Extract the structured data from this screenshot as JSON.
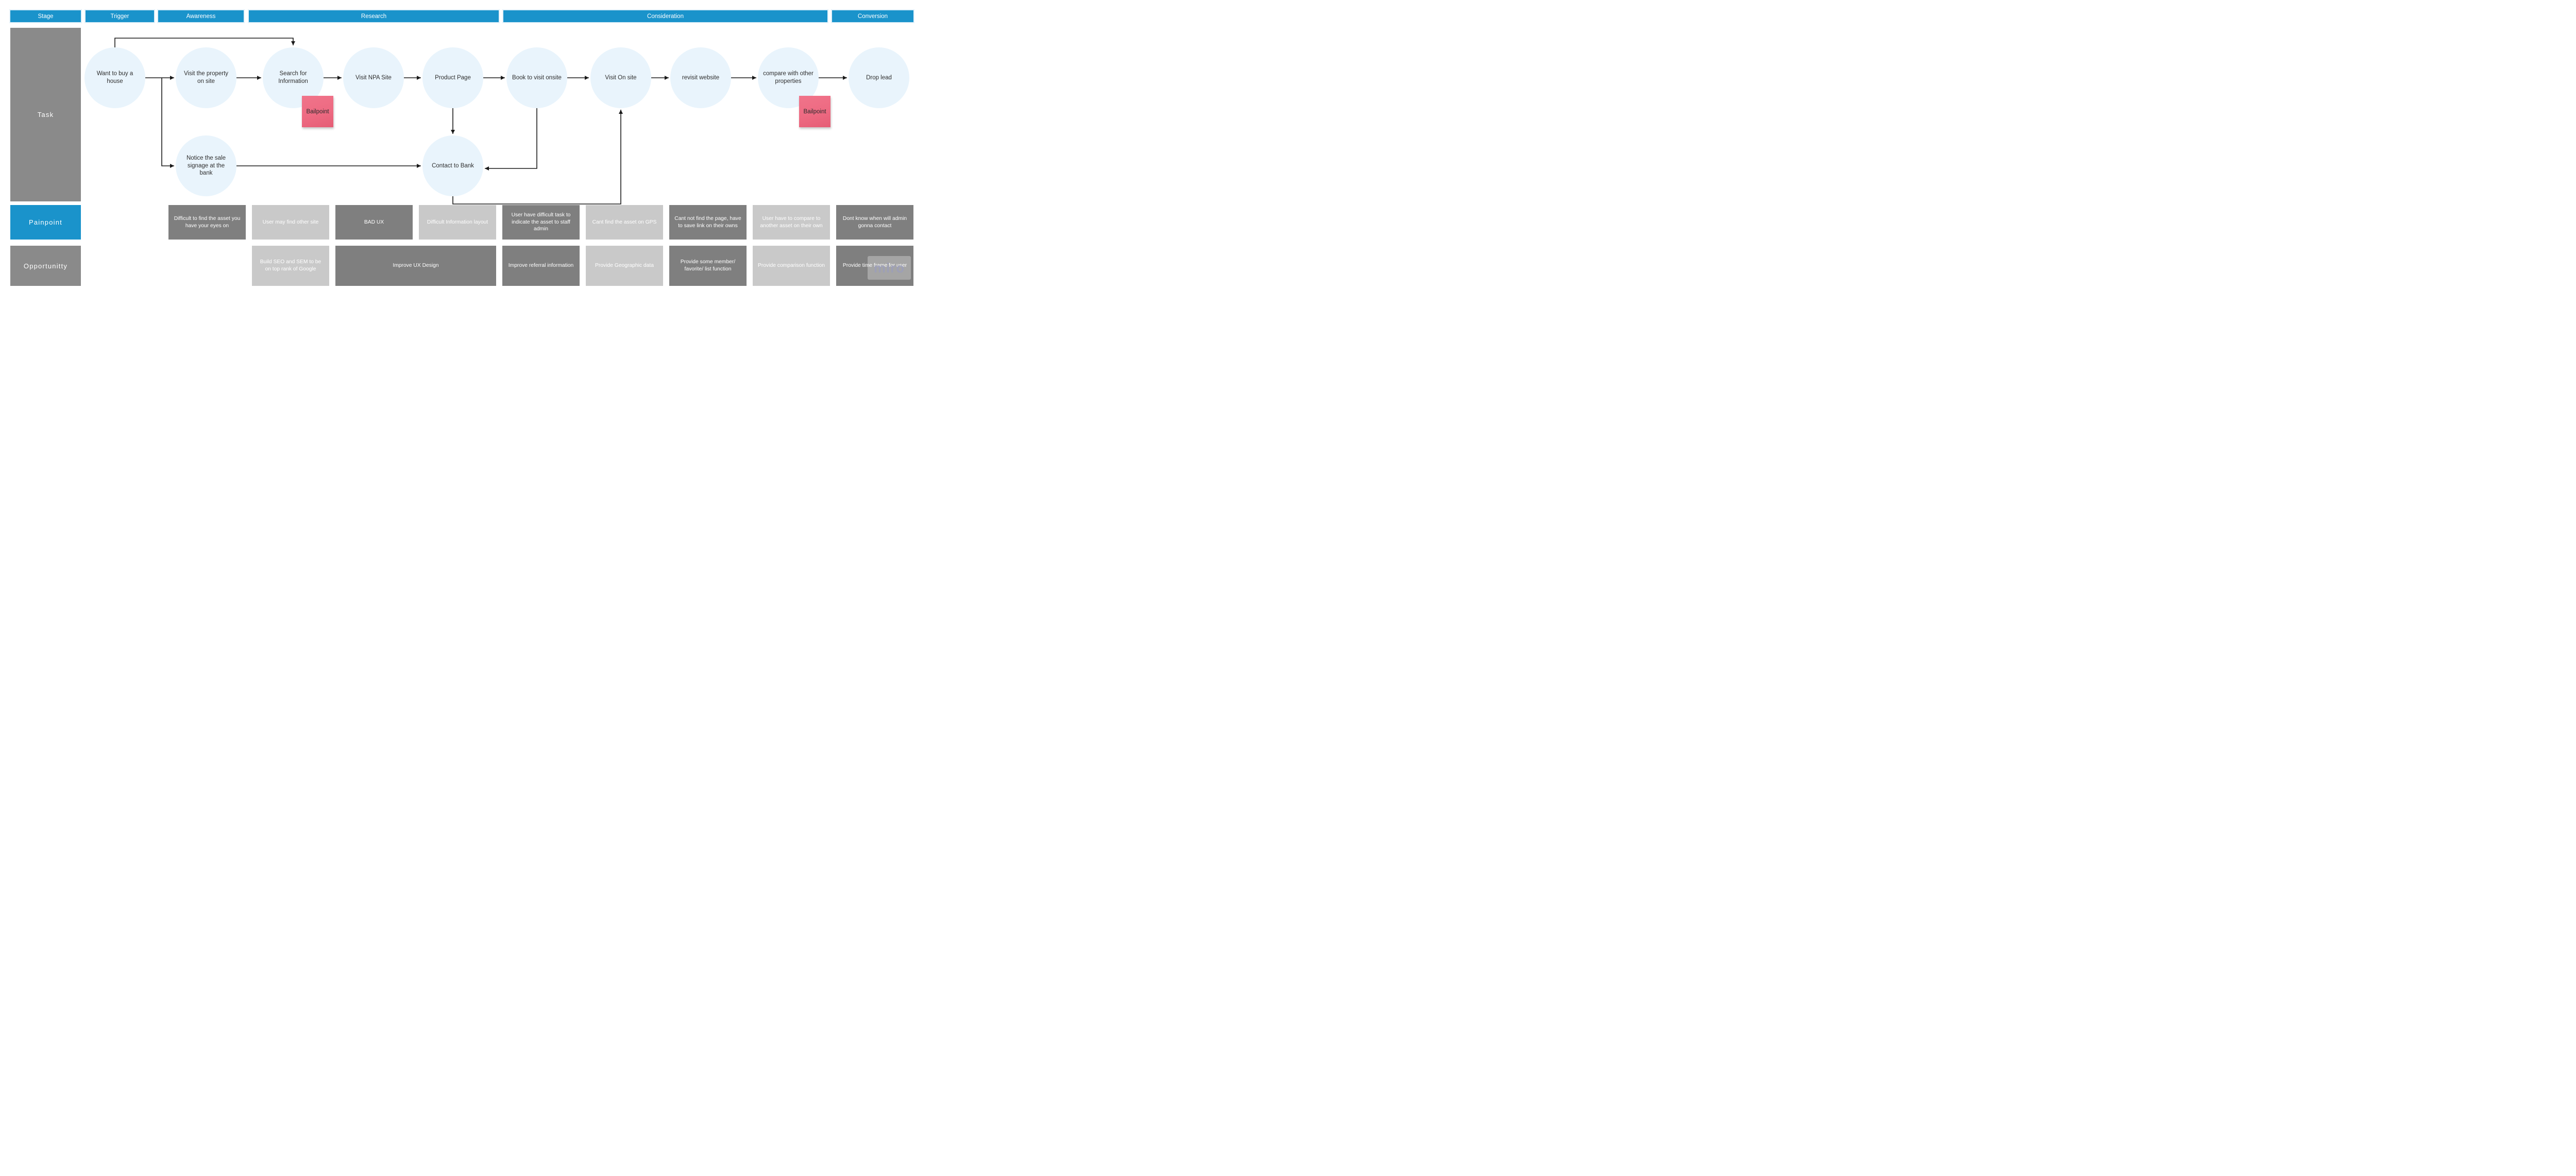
{
  "palette": {
    "stage_blue": "#1a93cb",
    "dark_gray_note": "#7f7f7f",
    "light_gray_note": "#c9c9c9",
    "row_label_gray": "#8a8a8a",
    "task_circle_fill": "#e9f4fc",
    "sticky_pink": "#ee6a82",
    "connector_black": "#1a1a1a",
    "circle_text": "#2e2e2e",
    "note_text": "#ffffff"
  },
  "stage_headers": [
    "Stage",
    "Trigger",
    "Awareness",
    "Research",
    "Consideration",
    "Conversion"
  ],
  "row_labels": [
    "Task",
    "Painpoint",
    "Opportunitty"
  ],
  "task_flow": [
    "Want to buy a house",
    "Visit the property on site",
    "Search for Information",
    "Visit NPA Site",
    "Product Page",
    "Book to visit onsite",
    "Visit On site",
    "revisit website",
    "compare with other properties",
    "Drop lead"
  ],
  "task_branch": [
    "Notice the sale signage at the bank",
    "Contact to Bank"
  ],
  "sticky_notes": [
    "Bailpoint",
    "Bailpoint"
  ],
  "painpoints": [
    "Difficult to find the asset you have your eyes on",
    "User may find other site",
    "BAD UX",
    "Difficult Information layout",
    "User have difficult task to indicate the asset to staff admin",
    "Cant find the asset on GPS",
    "Cant not find the page, have to save link on their owns",
    "User have to compare to another asset on their own",
    "Dont know when will admin gonna contact"
  ],
  "opportunities": [
    "Build SEO and SEM to be on top rank of Google",
    "Improve UX Design",
    "Improve referral information",
    "Provide Geographic data",
    "Provide some member/ favorite/ list function",
    "Provide comparison function",
    "Provide time frame for user"
  ],
  "watermark": "miro"
}
